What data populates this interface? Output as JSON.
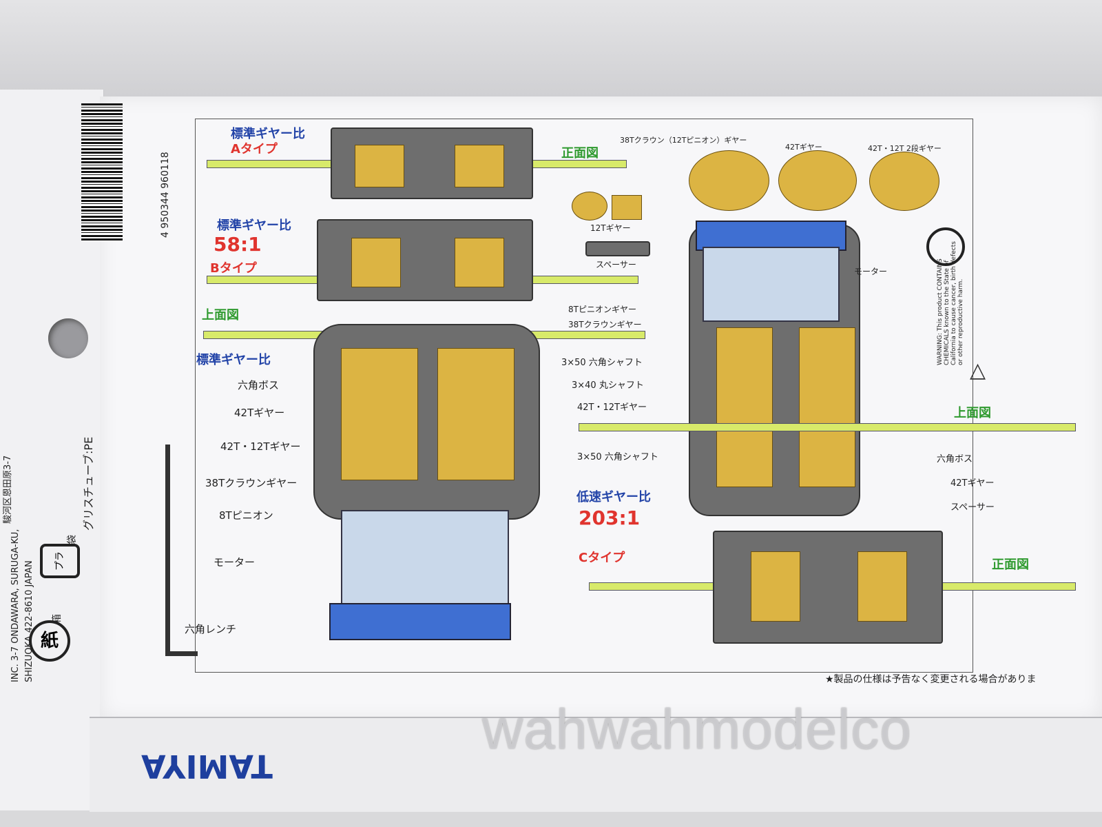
{
  "side_panel": {
    "barcode_number": "4 950344 960118",
    "address_line1": "INC. 3-7 ONDAWARA, SURUGA-KU,",
    "address_line2": "SHIZUOKA 422-8610 JAPAN",
    "address_jp": "駿河区恩田原3-7",
    "recycle_paper_label": "紙",
    "recycle_paper_note": "箱",
    "recycle_plastic_label": "プラ",
    "recycle_plastic_note": "袋",
    "grease_tube": "グリスチューブ:PE"
  },
  "diagram": {
    "type_a": {
      "title": "標準ギヤー比",
      "type": "Aタイプ",
      "view": "正面図"
    },
    "type_b": {
      "title": "標準ギヤー比",
      "ratio": "58:1",
      "type": "Bタイプ"
    },
    "top_view_left": {
      "view": "上面図",
      "title": "標準ギヤー比"
    },
    "left_labels": [
      "六角ボス",
      "42Tギヤー",
      "42T・12Tギヤー",
      "38Tクラウンギヤー",
      "8Tピニオン",
      "モーター",
      "六角レンチ"
    ],
    "parts": {
      "crown": "38Tクラウン（12Tピニオン）ギヤー",
      "gear42": "42Tギヤー",
      "gear42_12": "42T・12T 2段ギヤー",
      "gear12": "12Tギヤー",
      "spacer": "スペーサー"
    },
    "right_labels": [
      "モーター",
      "8Tピニオンギヤー",
      "38Tクラウンギヤー",
      "3×50 六角シャフト",
      "3×40 丸シャフト",
      "42T・12Tギヤー",
      "3×50 六角シャフト",
      "六角ボス",
      "42Tギヤー",
      "スペーサー"
    ],
    "type_c": {
      "view_top": "上面図",
      "title": "低速ギヤー比",
      "ratio": "203:1",
      "type": "Cタイプ",
      "view_front": "正面図"
    },
    "warning": "WARNING: This product CONTAINS CHEMICALS known to the State of California to cause cancer, birth defects or other reproductive harm.",
    "footnote": "★製品の仕様は予告なく変更される場合がありま"
  },
  "bottom": {
    "logo": "TAMIYA"
  },
  "watermark": "wahwahmodelco",
  "colors": {
    "frame_gray": "#6e6e6e",
    "shaft": "#d8ea6a",
    "gear": "#dcb443",
    "motor_cap": "#3f6fd2",
    "title_blue": "#2344a8",
    "ratio_red": "#e0342e",
    "view_green": "#2e9a2e"
  }
}
